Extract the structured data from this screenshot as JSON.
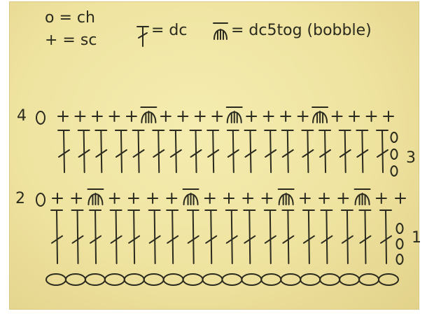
{
  "legend": {
    "chain": "o = ch",
    "single_crochet": "+ = sc",
    "double_crochet": "= dc",
    "bobble": "= dc5tog (bobble)"
  },
  "row_labels": {
    "row1": "1",
    "row2": "2",
    "row3": "3",
    "row4": "4"
  },
  "foundation_chain_count": 18,
  "row1_dc_count": 18,
  "row3_dc_count": 18,
  "row2_stitches": [
    "sc",
    "sc",
    "bobble",
    "sc",
    "sc",
    "sc",
    "sc",
    "bobble",
    "sc",
    "sc",
    "sc",
    "sc",
    "bobble",
    "sc",
    "sc",
    "sc",
    "bobble",
    "sc",
    "sc"
  ],
  "row4_stitches": [
    "sc",
    "sc",
    "sc",
    "sc",
    "sc",
    "bobble",
    "sc",
    "sc",
    "sc",
    "sc",
    "bobble",
    "sc",
    "sc",
    "sc",
    "sc",
    "bobble",
    "sc",
    "sc",
    "sc",
    "sc"
  ],
  "turning_chain_row1": 3,
  "turning_chain_row3": 3
}
